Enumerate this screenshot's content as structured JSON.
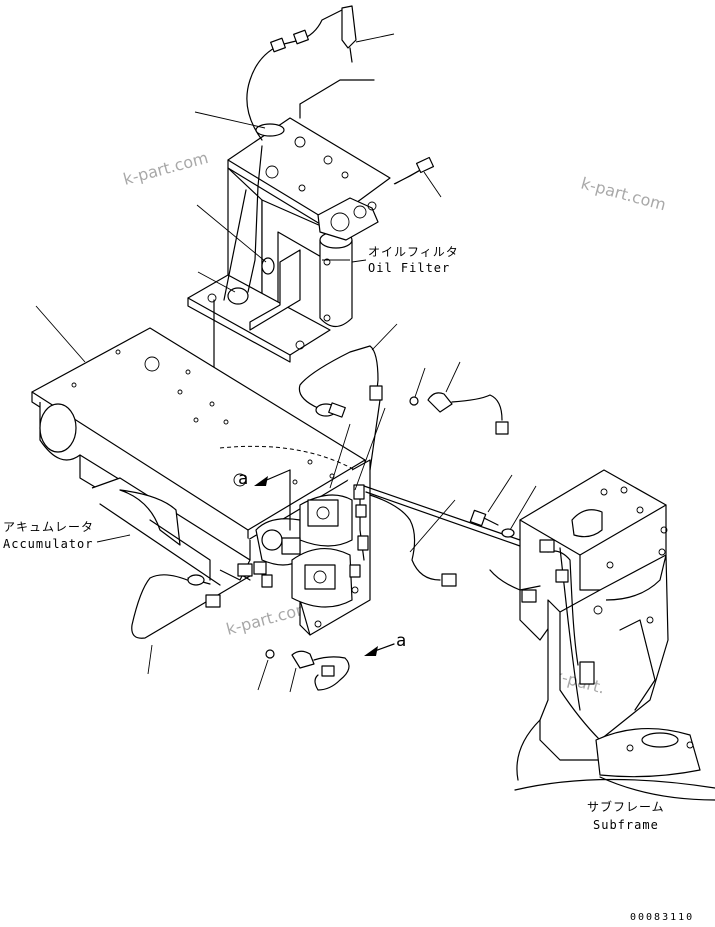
{
  "labels": {
    "oil_filter_jp": "オイルフィルタ",
    "oil_filter_en": "Oil Filter",
    "accumulator_jp": "アキュムレータ",
    "accumulator_en": "Accumulator",
    "subframe_jp": "サブフレーム",
    "subframe_en": "Subframe",
    "view_a_1": "a",
    "view_a_2": "a"
  },
  "watermark": "k-part.com",
  "part_number": "00083110"
}
